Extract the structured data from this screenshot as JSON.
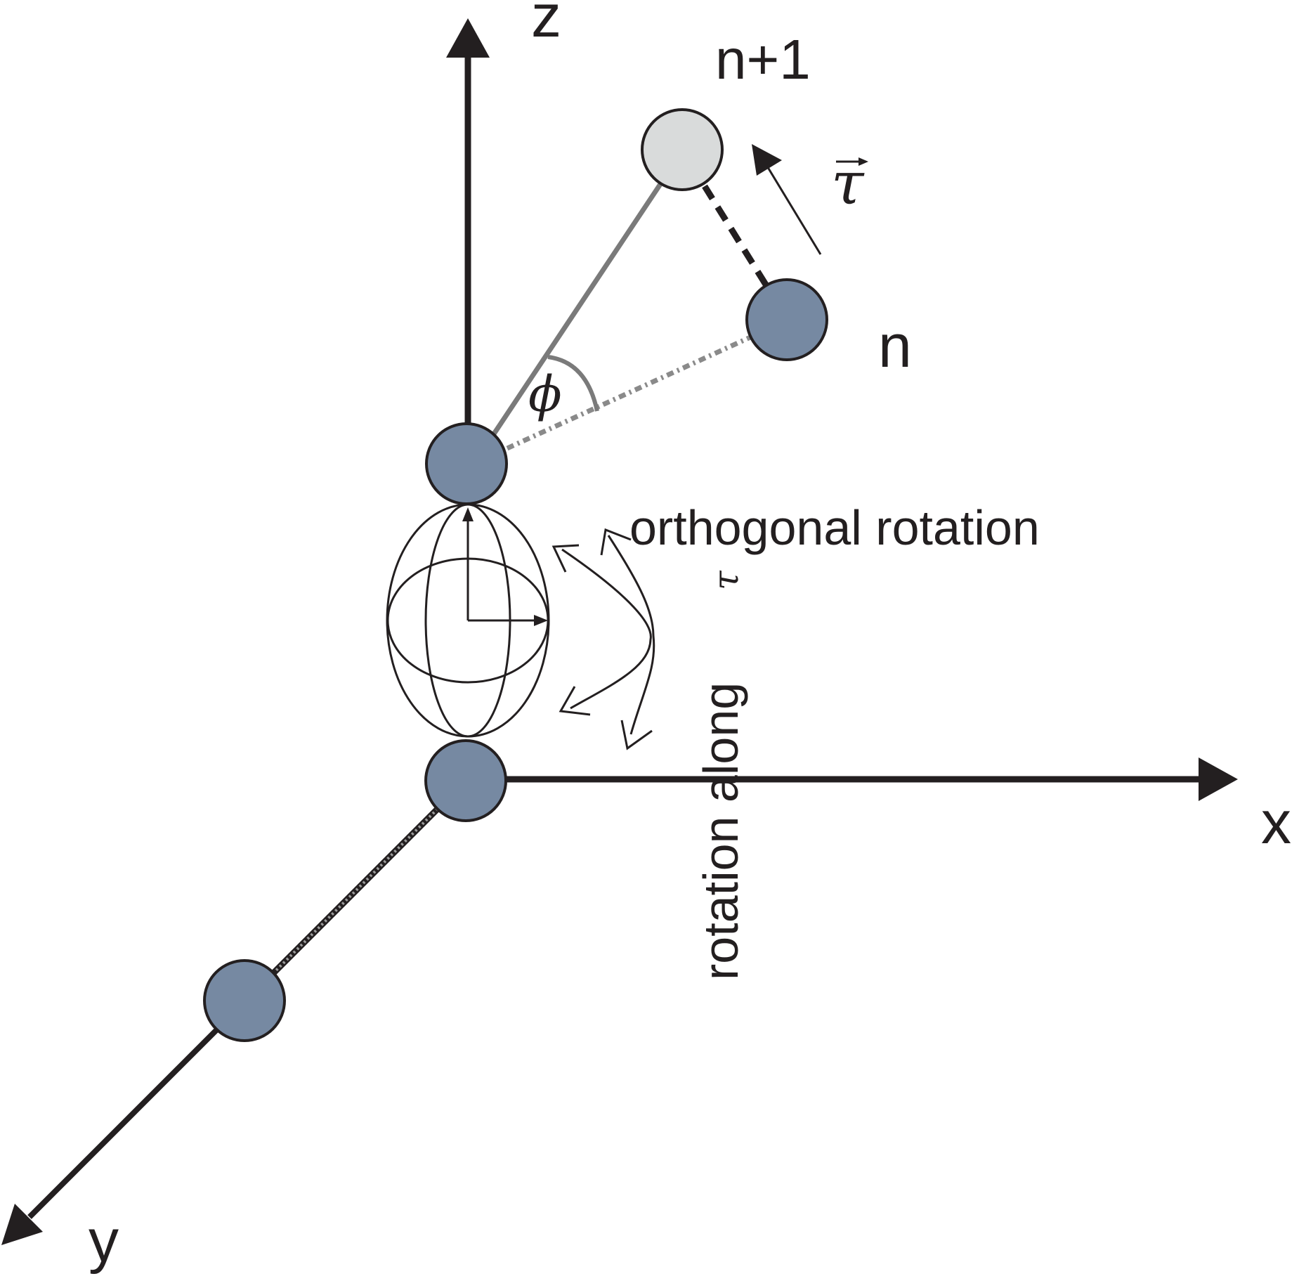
{
  "axes": {
    "x_label": "x",
    "y_label": "y",
    "z_label": "z"
  },
  "nodes": {
    "next_label": "n+1",
    "current_label": "n"
  },
  "symbols": {
    "tangent": "τ",
    "angle": "ϕ",
    "along_tau": "τ"
  },
  "annotations": {
    "orthogonal": "orthogonal rotation",
    "rotation_along": "rotation along"
  },
  "colors": {
    "node_fill": "#7689a2",
    "node_next_fill": "#d9dbdb",
    "stroke": "#231f20",
    "gray_line": "#7a7a7a",
    "dotted_line": "#8a8a8a"
  }
}
